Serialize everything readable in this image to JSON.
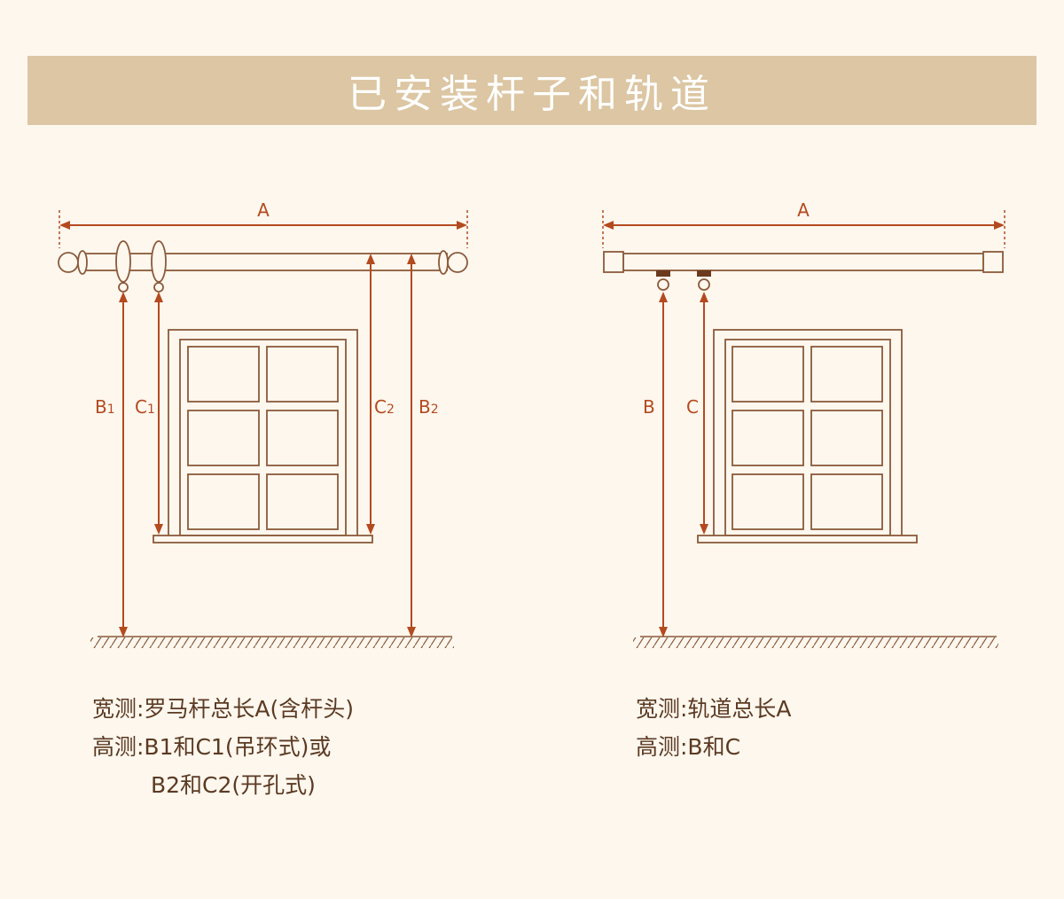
{
  "title": "已安装杆子和轨道",
  "colors": {
    "background": "#fdf7ee",
    "title_bar": "#dcc6a3",
    "line": "#8a5a3a",
    "dimension": "#b44a1f",
    "text": "#5b3a22"
  },
  "left_diagram": {
    "labels": {
      "width": "A",
      "b1_main": "B",
      "b1_sub": "1",
      "c1_main": "C",
      "c1_sub": "1",
      "c2_main": "C",
      "c2_sub": "2",
      "b2_main": "B",
      "b2_sub": "2"
    },
    "caption": {
      "width_line": "宽测:罗马杆总长A(含杆头)",
      "height_line": "高测:B1和C1(吊环式)或",
      "height_line2": "B2和C2(开孔式)"
    }
  },
  "right_diagram": {
    "labels": {
      "width": "A",
      "b": "B",
      "c": "C"
    },
    "caption": {
      "width_line": "宽测:轨道总长A",
      "height_line": "高测:B和C"
    }
  }
}
